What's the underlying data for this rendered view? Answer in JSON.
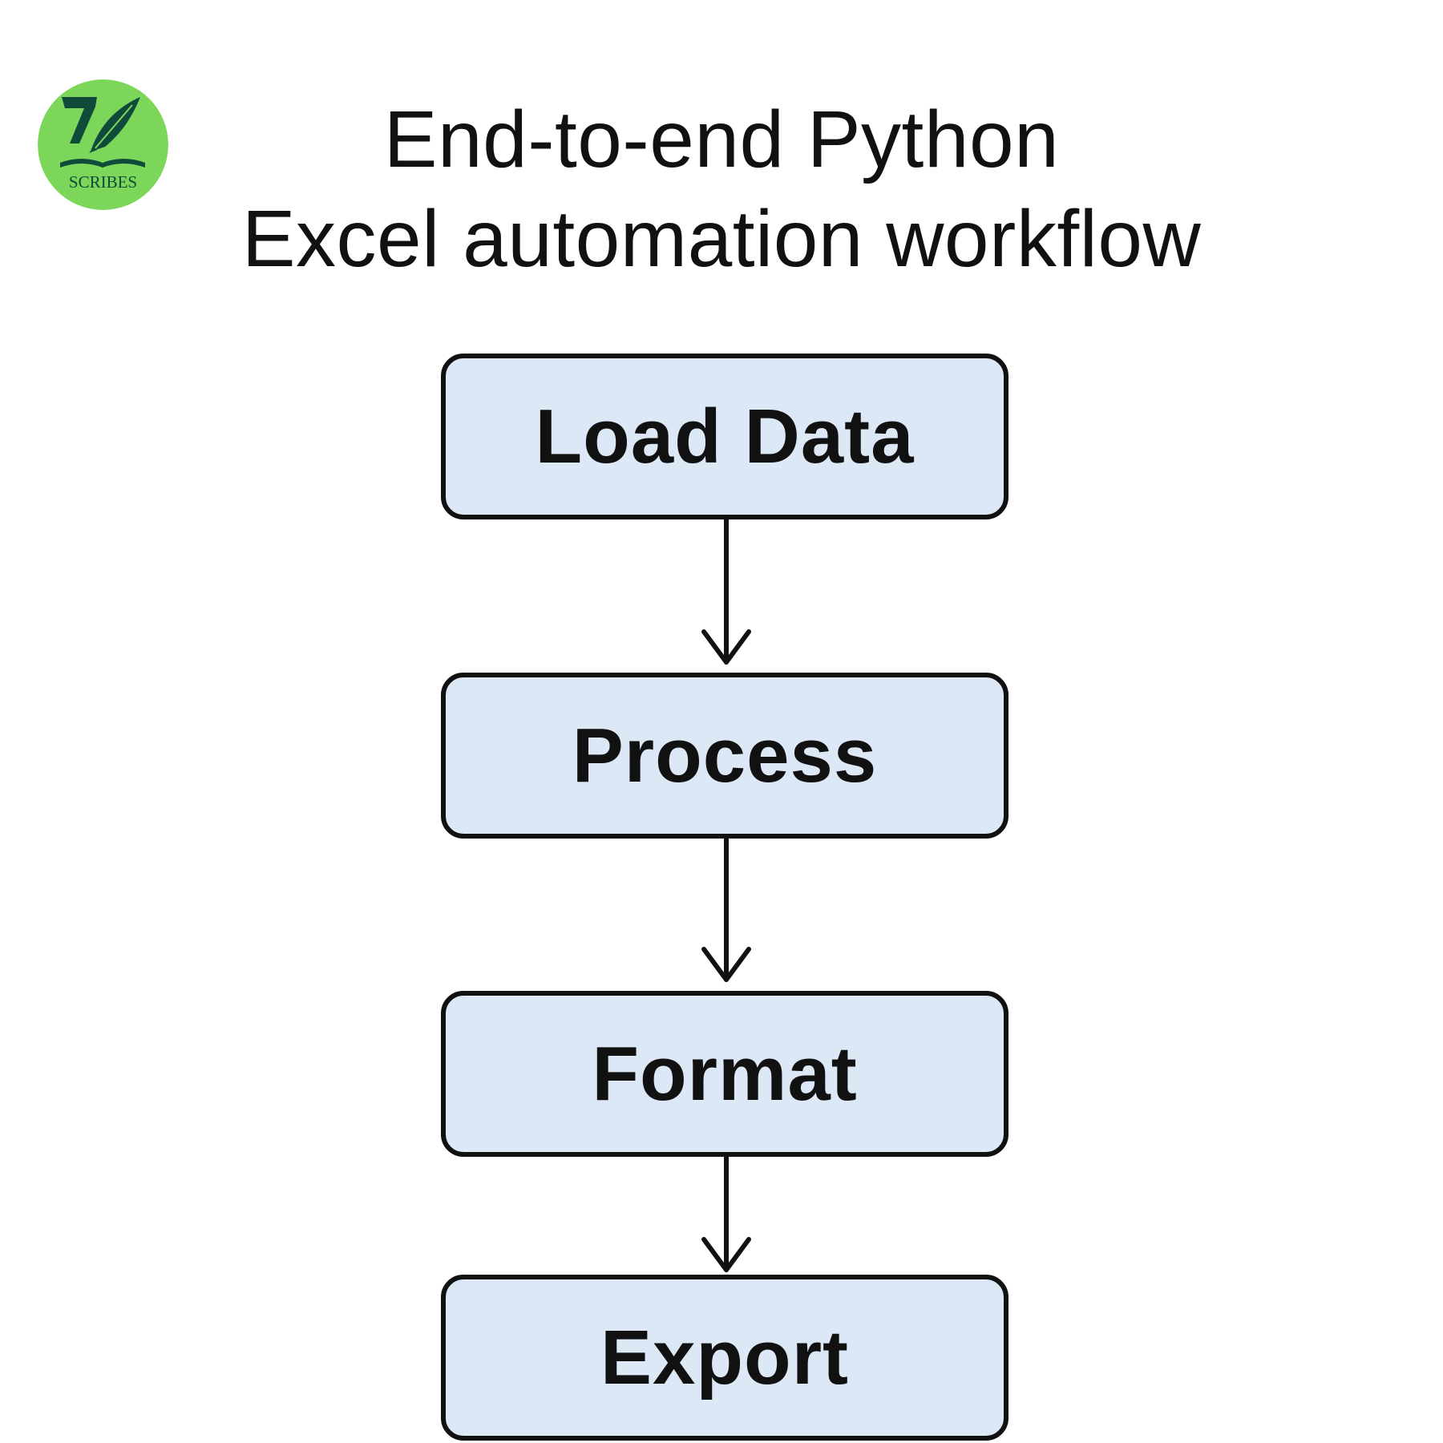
{
  "logo": {
    "brand_text": "SCRIBES",
    "background_color": "#7bd65a",
    "mark_color": "#0f4a3a",
    "icon": "quill-book-logo-icon"
  },
  "title": {
    "line1": "End-to-end Python",
    "line2": "Excel automation workflow"
  },
  "colors": {
    "box_fill": "#dce8f5",
    "box_border": "#111111",
    "text": "#111111",
    "arrow": "#111111"
  },
  "steps": [
    {
      "label": "Load Data"
    },
    {
      "label": "Process"
    },
    {
      "label": "Format"
    },
    {
      "label": "Export"
    }
  ],
  "connectors": [
    {
      "from": "Load Data",
      "to": "Process",
      "icon": "arrow-down-icon"
    },
    {
      "from": "Process",
      "to": "Format",
      "icon": "arrow-down-icon"
    },
    {
      "from": "Format",
      "to": "Export",
      "icon": "arrow-down-icon"
    }
  ]
}
